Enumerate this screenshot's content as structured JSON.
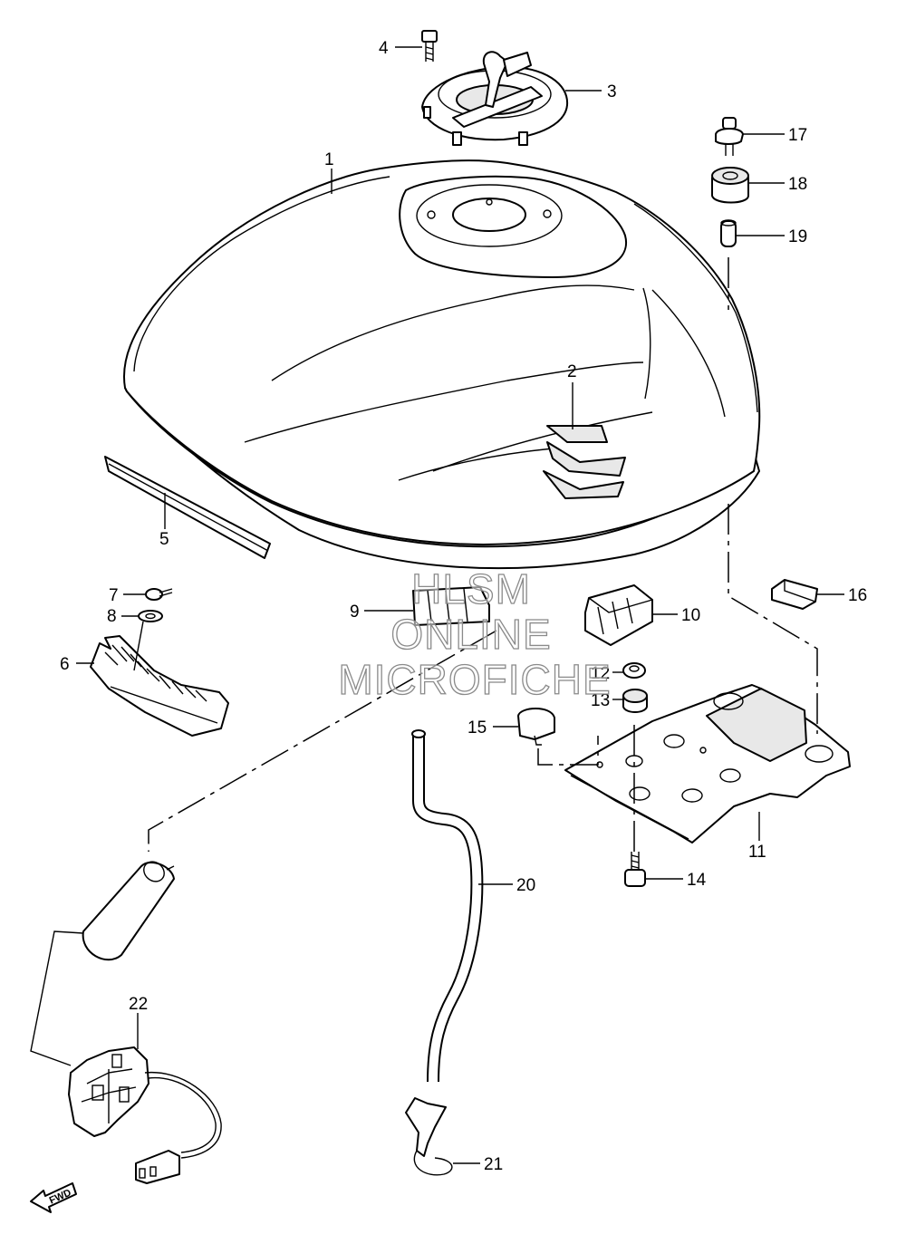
{
  "callouts": {
    "c1": "1",
    "c2": "2",
    "c3": "3",
    "c4": "4",
    "c5": "5",
    "c6": "6",
    "c7": "7",
    "c8": "8",
    "c9": "9",
    "c10": "10",
    "c11": "11",
    "c12": "12",
    "c13": "13",
    "c14": "14",
    "c15": "15",
    "c16": "16",
    "c17": "17",
    "c18": "18",
    "c19": "19",
    "c20": "20",
    "c21": "21",
    "c22": "22"
  },
  "watermark": {
    "line1": "HLSM",
    "line2": "ONLINE",
    "line3": "MICROFICHE"
  },
  "direction_label": "FWD"
}
